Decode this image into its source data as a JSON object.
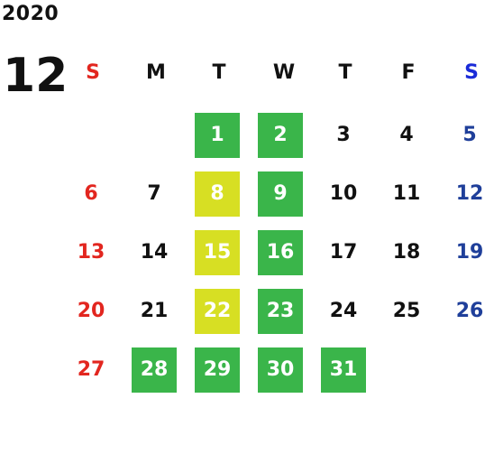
{
  "calendar": {
    "year": "2020",
    "month": "12",
    "weekdays": [
      "S",
      "M",
      "T",
      "W",
      "T",
      "F",
      "S"
    ],
    "days": [
      "1",
      "2",
      "3",
      "4",
      "5",
      "6",
      "7",
      "8",
      "9",
      "10",
      "11",
      "12",
      "13",
      "14",
      "15",
      "16",
      "17",
      "18",
      "19",
      "20",
      "21",
      "22",
      "23",
      "24",
      "25",
      "26",
      "27",
      "28",
      "29",
      "30",
      "31"
    ],
    "colors": {
      "sunday": "#e2261f",
      "saturday": "#1f3f9a",
      "saturday_header": "#1a2bd8",
      "weekday": "#111111",
      "highlight_green": "#3ab54a",
      "highlight_yellow": "#d7df23"
    },
    "highlighted_green_days": [
      1,
      2,
      9,
      16,
      23,
      28,
      29,
      30,
      31
    ],
    "highlighted_yellow_days": [
      8,
      15,
      22
    ]
  }
}
